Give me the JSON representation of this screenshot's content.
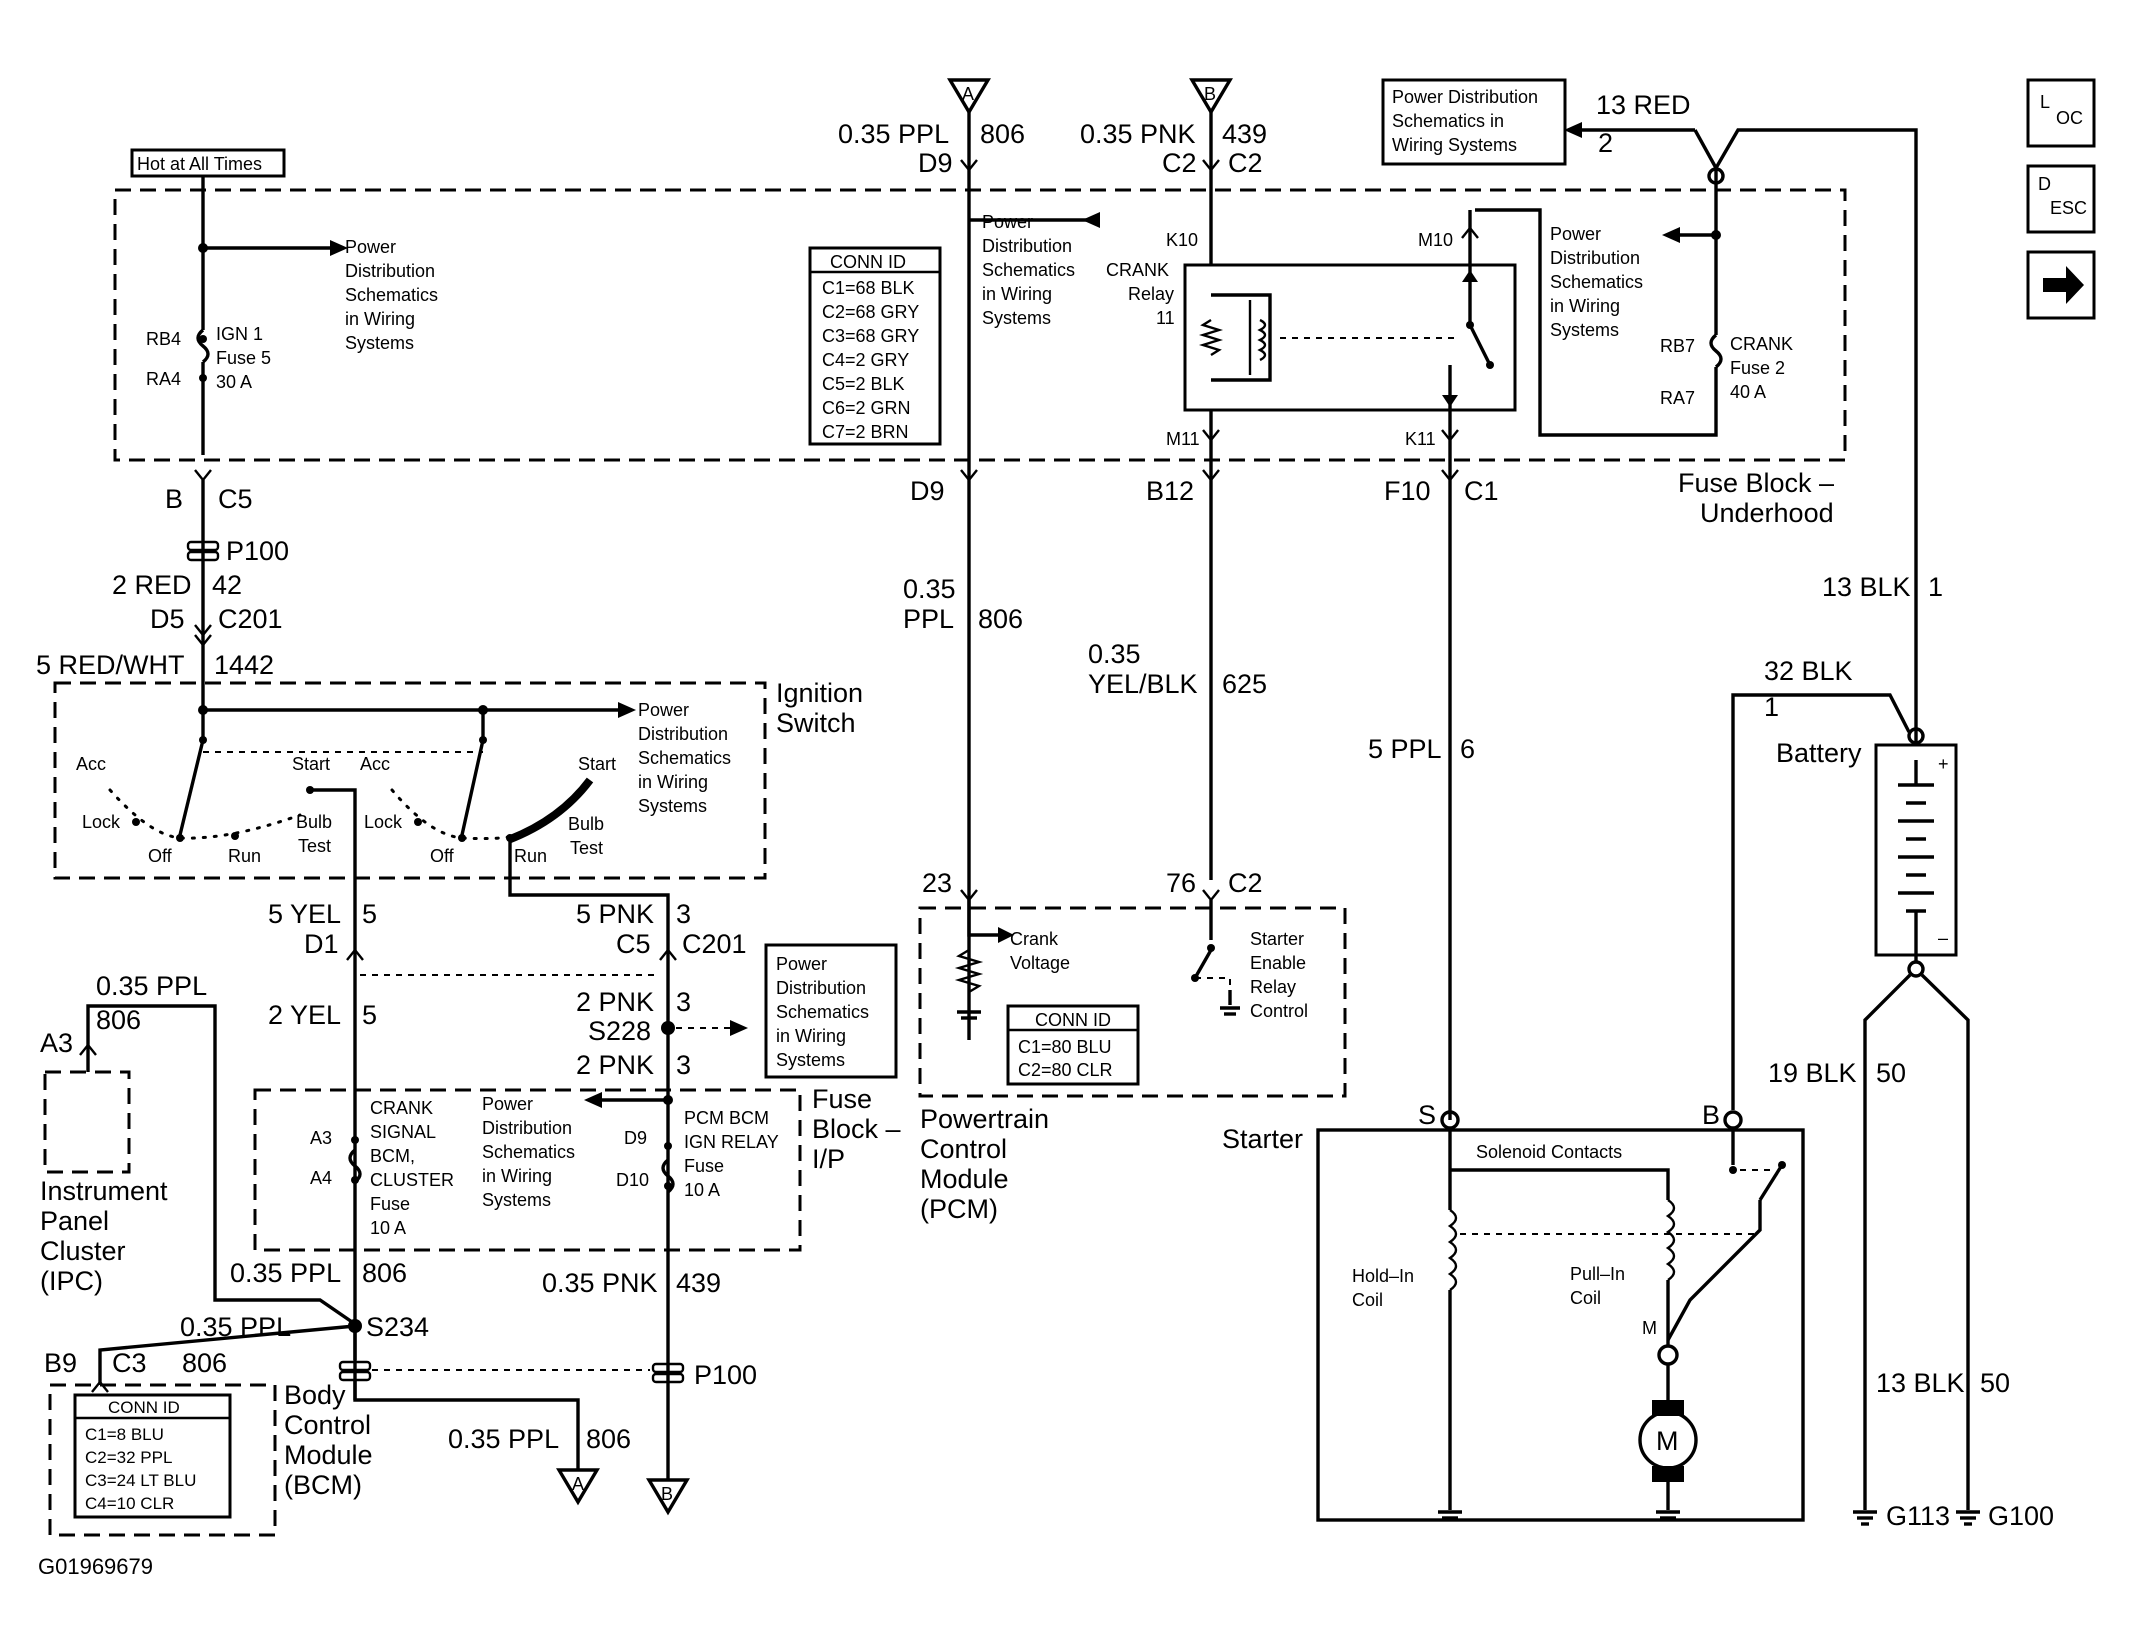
{
  "labels": {
    "hot_at_all_times": "Hot at All Times",
    "pd1": "Power",
    "pd2": "Distribution",
    "pd3": "Schematics",
    "pd4": "in Wiring",
    "pd5": "Systems",
    "pdbox1": "Power Distribution",
    "pdbox2": "Schematics in",
    "pdbox3": "Wiring Systems",
    "rb4": "RB4",
    "ra4": "RA4",
    "ign1": "IGN 1",
    "fuse5": "Fuse 5",
    "amp30": "30 A",
    "rb7": "RB7",
    "ra7": "RA7",
    "crank": "CRANK",
    "fuse2": "Fuse 2",
    "amp40": "40 A",
    "crank_relay1": "CRANK",
    "crank_relay2": "Relay",
    "crank_relay3": "11",
    "k10": "K10",
    "m10": "M10",
    "m11": "M11",
    "k11": "K11",
    "conn_id": "CONN ID",
    "fb_c1": "C1=68 BLK",
    "fb_c2": "C2=68 GRY",
    "fb_c3": "C3=68 GRY",
    "fb_c4": "C4=2 GRY",
    "fb_c5": "C5=2 BLK",
    "fb_c6": "C6=2 GRN",
    "fb_c7": "C7=2 BRN",
    "pcm_c1": "C1=80 BLU",
    "pcm_c2": "C2=80 CLR",
    "bcm_c1": "C1=8 BLU",
    "bcm_c2": "C2=32 PPL",
    "bcm_c3": "C3=24 LT BLU",
    "bcm_c4": "C4=10 CLR",
    "fuse_block_underhood1": "Fuse Block –",
    "fuse_block_underhood2": "Underhood",
    "w_035ppl": "0.35 PPL",
    "w_806": "806",
    "w_035pnk": "0.35 PNK",
    "w_439": "439",
    "d9": "D9",
    "c2": "C2",
    "b12": "B12",
    "f10": "F10",
    "c1": "C1",
    "w_13red": "13 RED",
    "w_2": "2",
    "b": "B",
    "c5": "C5",
    "p100": "P100",
    "w_2red": "2 RED",
    "w_42": "42",
    "d5": "D5",
    "c201": "C201",
    "w_5redwht": "5 RED/WHT",
    "w_1442": "1442",
    "w_035": "0.35",
    "w_ppl": "PPL",
    "w_yelblk": "YEL/BLK",
    "w_625": "625",
    "w_5ppl": "5 PPL",
    "w_6": "6",
    "w_13blk": "13 BLK",
    "w_1": "1",
    "w_32blk": "32 BLK",
    "battery": "Battery",
    "ign_switch1": "Ignition",
    "ign_switch2": "Switch",
    "acc": "Acc",
    "lock": "Lock",
    "off": "Off",
    "run": "Run",
    "start": "Start",
    "bulb": "Bulb",
    "test": "Test",
    "w_5yel": "5 YEL",
    "w_5": "5",
    "d1": "D1",
    "w_5pnk": "5 PNK",
    "w_3": "3",
    "w_2yel": "2 YEL",
    "w_2pnk": "2 PNK",
    "s228": "S228",
    "a3": "A3",
    "a4": "A4",
    "crank_signal1": "CRANK",
    "crank_signal2": "SIGNAL",
    "crank_signal3": "BCM,",
    "crank_signal4": "CLUSTER",
    "crank_signal5": "Fuse",
    "crank_signal6": "10 A",
    "d10": "D10",
    "pcm_bcm1": "PCM BCM",
    "pcm_bcm2": "IGN RELAY",
    "pcm_bcm3": "Fuse",
    "pcm_bcm4": "10 A",
    "fuse_block_ip1": "Fuse",
    "fuse_block_ip2": "Block –",
    "fuse_block_ip3": "I/P",
    "n23": "23",
    "n76": "76",
    "crank_voltage1": "Crank",
    "crank_voltage2": "Voltage",
    "starter_en1": "Starter",
    "starter_en2": "Enable",
    "starter_en3": "Relay",
    "starter_en4": "Control",
    "pcm1": "Powertrain",
    "pcm2": "Control",
    "pcm3": "Module",
    "pcm4": "(PCM)",
    "ipc1": "Instrument",
    "ipc2": "Panel",
    "ipc3": "Cluster",
    "ipc4": "(IPC)",
    "s234": "S234",
    "b9": "B9",
    "c3": "C3",
    "bcm1": "Body",
    "bcm2": "Control",
    "bcm3": "Module",
    "bcm4": "(BCM)",
    "arrow_a": "A",
    "arrow_b": "B",
    "w_19blk": "19 BLK",
    "w_50": "50",
    "starter": "Starter",
    "s": "S",
    "solenoid": "Solenoid Contacts",
    "hold1": "Hold–In",
    "hold2": "Coil",
    "pull1": "Pull–In",
    "pull2": "Coil",
    "m": "M",
    "motor": "M",
    "g113": "G113",
    "g100": "G100",
    "figure_id": "G01969679",
    "nav_loc_l": "L",
    "nav_loc_oc": "OC",
    "nav_desc_d": "D",
    "nav_desc_esc": "ESC"
  },
  "icons": {
    "next_page": "right-arrow-icon",
    "location": "location-icon",
    "description": "description-icon"
  }
}
